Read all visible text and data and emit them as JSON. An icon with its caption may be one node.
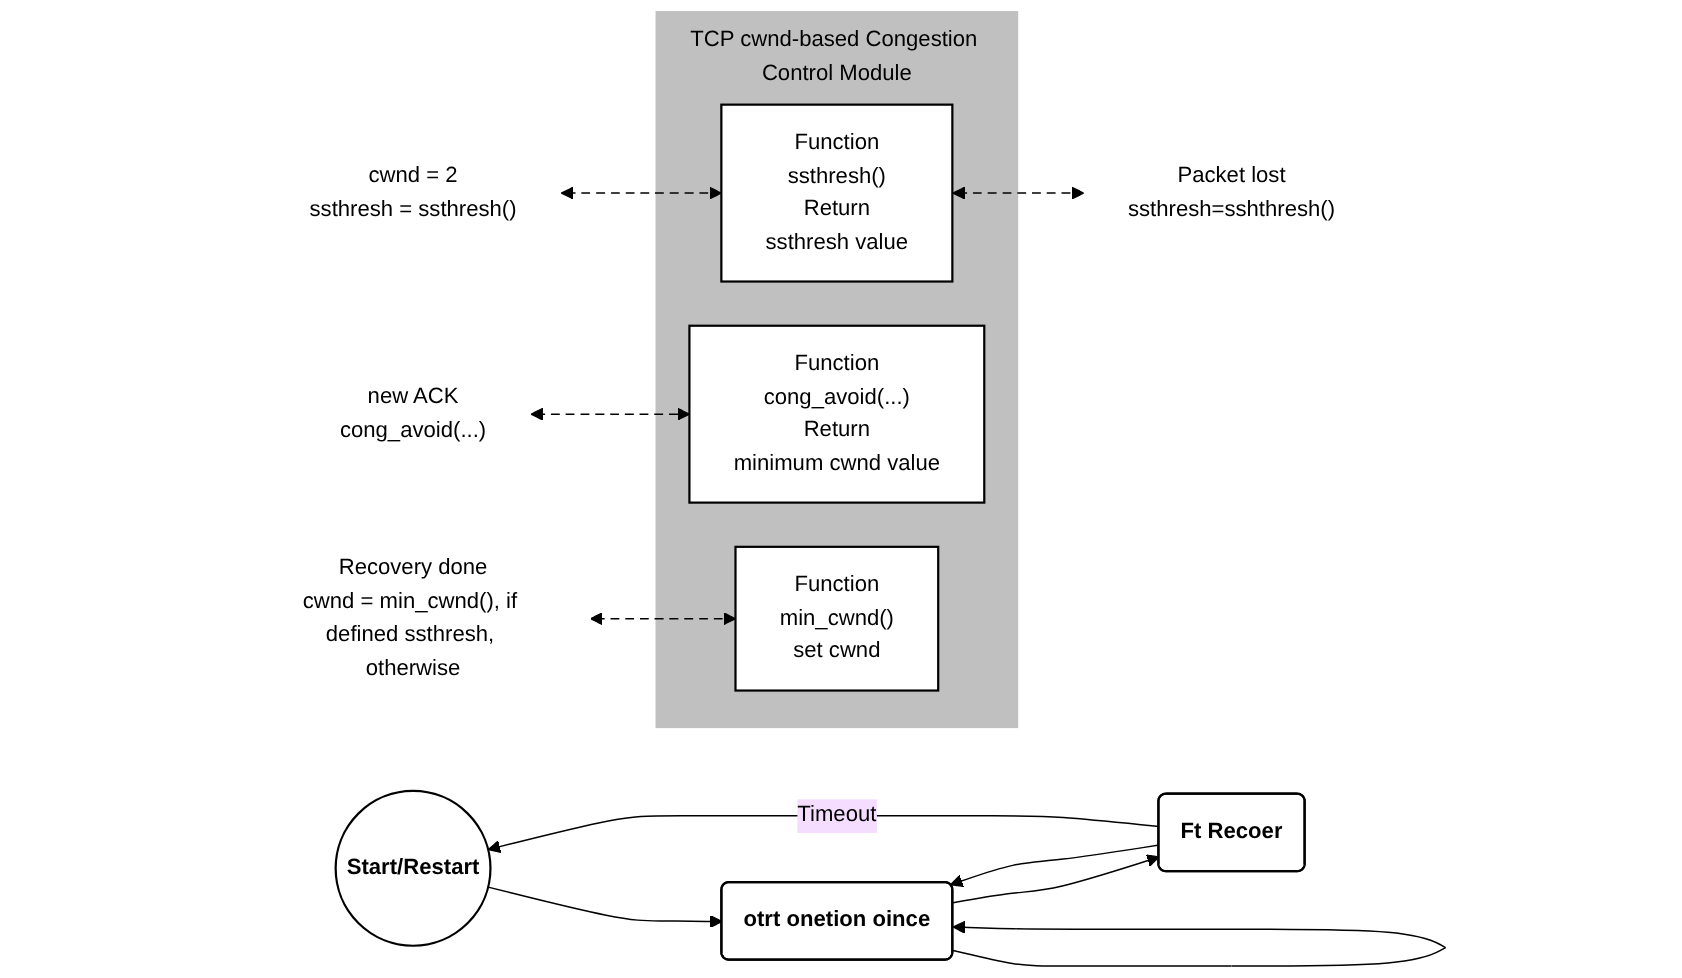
{
  "diagram": {
    "nodes": [
      {
        "text": [
          "Start/Restart"
        ]
      },
      {
        "text": [
          "cwnd = 2",
          "ssthresh = ssthresh()"
        ]
      },
      {
        "text": [
          "otrt onetion oince"
        ]
      },
      {
        "text": [
          "new ACK",
          "cong_avoid(...)"
        ]
      },
      {
        "text": [
          "Recovery done",
          "cwnd = min_cwnd(), if defined ssthresh, otherwise"
        ]
      },
      {
        "text": [
          "Packet lost",
          "ssthresh=sshthresh()"
        ]
      },
      {
        "text": [
          "Ft Recoer"
        ]
      },
      {
        "text": [
          "TCP cwnd-based Congestion Control Module"
        ]
      },
      {
        "text": [
          "Function",
          "ssthresh()",
          "Return",
          "ssthresh value"
        ],
        "in": 7
      },
      {
        "text": [
          "Function",
          "cong_avoid(...)",
          "Return",
          "minimum cwnd value"
        ],
        "in": 7
      },
      {
        "text": [
          "Function",
          "min_cwnd()",
          "set cwnd"
        ],
        "in": 7
      }
    ],
    "edges": [
      {
        "from": 0,
        "to": 2,
        "arrow": "to"
      },
      {
        "from": 2,
        "to": 2,
        "arrow": "to"
      },
      {
        "from": 2,
        "to": 6,
        "arrow": "to"
      },
      {
        "from": 6,
        "to": 2,
        "arrow": "to"
      },
      {
        "from": 6,
        "to": 0,
        "arrow": "to",
        "label": "Timeout"
      },
      {
        "from": 1,
        "to": 8,
        "arrow": "both",
        "style": "dashed"
      },
      {
        "from": 3,
        "to": 9,
        "arrow": "both",
        "style": "dashed"
      },
      {
        "from": 8,
        "to": 5,
        "arrow": "both",
        "style": "dashed"
      },
      {
        "from": 4,
        "to": 10,
        "arrow": "both",
        "style": "dashed"
      }
    ]
  }
}
